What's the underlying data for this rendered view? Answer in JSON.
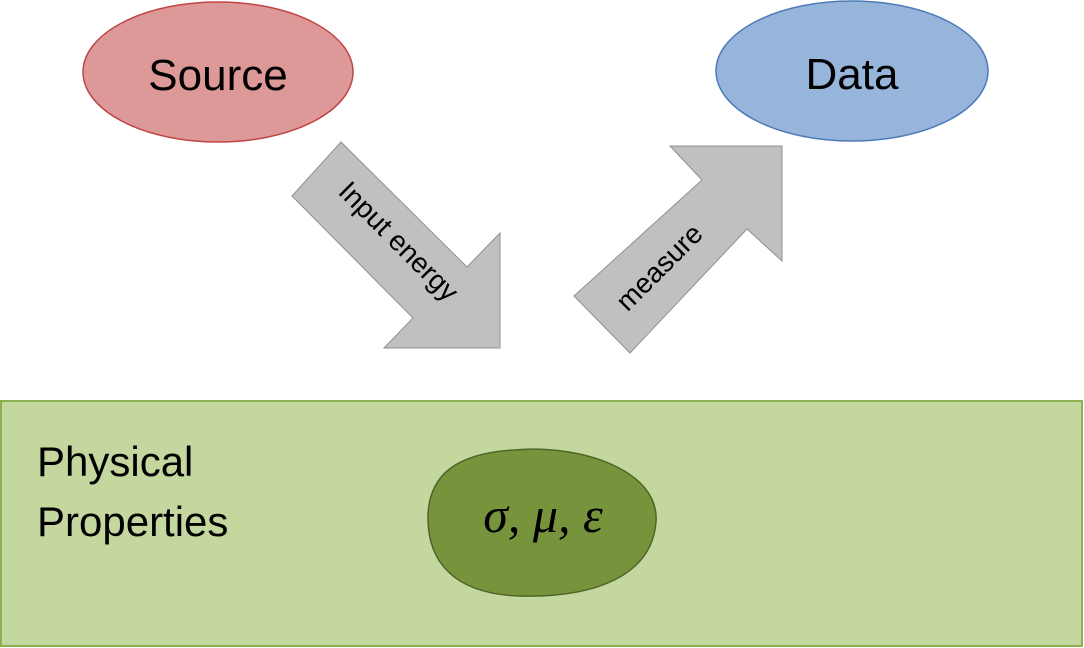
{
  "nodes": {
    "source": {
      "label": "Source",
      "fill": "#dd9898",
      "stroke": "#c04545"
    },
    "data": {
      "label": "Data",
      "fill": "#97b5da",
      "stroke": "#4d7ab8"
    }
  },
  "arrows": {
    "input_energy": {
      "label": "Input energy",
      "fill": "#c0c0c0",
      "stroke": "#909090"
    },
    "measure": {
      "label": "measure",
      "fill": "#c0c0c0",
      "stroke": "#909090"
    }
  },
  "physical_region": {
    "title_line1": "Physical",
    "title_line2": "Properties",
    "fill": "#c4d79e",
    "stroke": "#8cb050",
    "blob": {
      "formula": "σ, μ, ε",
      "fill": "#77933c",
      "stroke": "#4f6428"
    }
  }
}
